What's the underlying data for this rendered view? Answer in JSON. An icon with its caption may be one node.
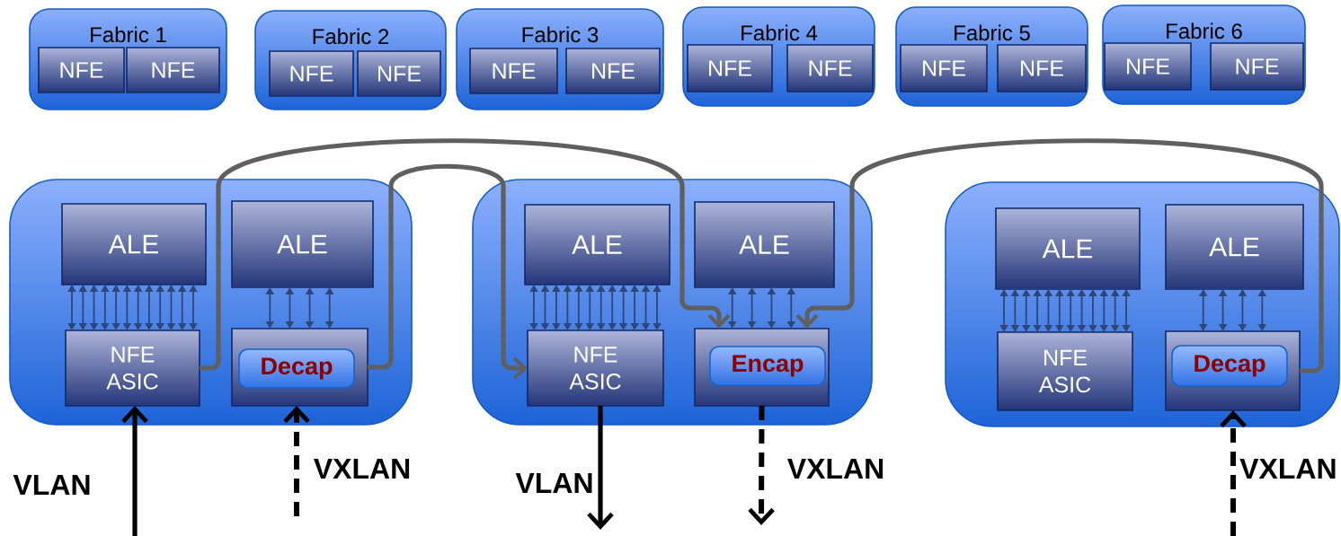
{
  "diagram": {
    "nodes": [
      {
        "text": [
          "Fabric 1"
        ]
      },
      {
        "text": [
          "NFE"
        ],
        "in": 0
      },
      {
        "text": [
          "NFE"
        ],
        "in": 0
      },
      {
        "text": [
          "Fabric 2"
        ]
      },
      {
        "text": [
          "NFE"
        ],
        "in": 3
      },
      {
        "text": [
          "NFE"
        ],
        "in": 3
      },
      {
        "text": [
          "Fabric 3"
        ]
      },
      {
        "text": [
          "NFE"
        ],
        "in": 6
      },
      {
        "text": [
          "NFE"
        ],
        "in": 6
      },
      {
        "text": [
          "Fabric 4"
        ]
      },
      {
        "text": [
          "NFE"
        ],
        "in": 9
      },
      {
        "text": [
          "NFE"
        ],
        "in": 9
      },
      {
        "text": [
          "Fabric 5"
        ]
      },
      {
        "text": [
          "NFE"
        ],
        "in": 12
      },
      {
        "text": [
          "NFE"
        ],
        "in": 12
      },
      {
        "text": [
          "Fabric 6"
        ]
      },
      {
        "text": [
          "NFE"
        ],
        "in": 15
      },
      {
        "text": [
          "NFE"
        ],
        "in": 15
      },
      {
        "text": [],
        "shape": "box"
      },
      {
        "text": [
          "ALE"
        ],
        "in": 18
      },
      {
        "text": [
          "ALE"
        ],
        "in": 18
      },
      {
        "text": [
          "NFE ASIC"
        ],
        "in": 18
      },
      {
        "text": [],
        "shape": "box",
        "in": 18
      },
      {
        "text": [
          "Decap"
        ],
        "in": 22
      },
      {
        "text": [],
        "shape": "box"
      },
      {
        "text": [
          "ALE"
        ],
        "in": 24
      },
      {
        "text": [
          "ALE"
        ],
        "in": 24
      },
      {
        "text": [
          "NFE ASIC"
        ],
        "in": 24
      },
      {
        "text": [],
        "shape": "box",
        "in": 24
      },
      {
        "text": [
          "Encap"
        ],
        "in": 28
      },
      {
        "text": [],
        "shape": "box"
      },
      {
        "text": [
          "ALE"
        ],
        "in": 30
      },
      {
        "text": [
          "ALE"
        ],
        "in": 30
      },
      {
        "text": [
          "NFE ASIC"
        ],
        "in": 30
      },
      {
        "text": [],
        "shape": "box",
        "in": 30
      },
      {
        "text": [
          "Decap"
        ],
        "in": 34
      }
    ],
    "edges": [
      {
        "from": 21,
        "to": 28,
        "arrow": "to",
        "style": "thick",
        "color": "#5f5f5f"
      },
      {
        "from": 22,
        "to": 27,
        "arrow": "to",
        "style": "thick",
        "color": "#5f5f5f"
      },
      {
        "from": 34,
        "to": 28,
        "arrow": "to",
        "style": "thick",
        "color": "#5f5f5f"
      },
      {
        "from": null,
        "to": 21,
        "arrow": "to",
        "label": "VLAN",
        "style": "thick",
        "color": "#000000"
      },
      {
        "from": null,
        "to": 22,
        "arrow": "to",
        "label": "VXLAN",
        "style": "dashed",
        "color": "#000000"
      },
      {
        "from": 27,
        "to": null,
        "arrow": "to",
        "label": "VLAN",
        "style": "thick",
        "color": "#000000"
      },
      {
        "from": 28,
        "to": null,
        "arrow": "to",
        "label": "VXLAN",
        "style": "dashed",
        "color": "#000000"
      },
      {
        "from": null,
        "to": 34,
        "arrow": "to",
        "label": "VXLAN",
        "style": "dashed",
        "color": "#000000"
      },
      {
        "from": 19,
        "to": 21,
        "arrow": "both"
      },
      {
        "from": 19,
        "to": 21,
        "arrow": "both"
      },
      {
        "from": 19,
        "to": 21,
        "arrow": "both"
      },
      {
        "from": 19,
        "to": 21,
        "arrow": "both"
      },
      {
        "from": 19,
        "to": 21,
        "arrow": "both"
      },
      {
        "from": 19,
        "to": 21,
        "arrow": "both"
      },
      {
        "from": 19,
        "to": 21,
        "arrow": "both"
      },
      {
        "from": 19,
        "to": 21,
        "arrow": "both"
      },
      {
        "from": 19,
        "to": 21,
        "arrow": "both"
      },
      {
        "from": 19,
        "to": 21,
        "arrow": "both"
      },
      {
        "from": 19,
        "to": 21,
        "arrow": "both"
      },
      {
        "from": 19,
        "to": 21,
        "arrow": "both"
      },
      {
        "from": 20,
        "to": 22,
        "arrow": "both"
      },
      {
        "from": 20,
        "to": 22,
        "arrow": "both"
      },
      {
        "from": 20,
        "to": 22,
        "arrow": "both"
      },
      {
        "from": 20,
        "to": 22,
        "arrow": "both"
      },
      {
        "from": 25,
        "to": 27,
        "arrow": "both"
      },
      {
        "from": 25,
        "to": 27,
        "arrow": "both"
      },
      {
        "from": 25,
        "to": 27,
        "arrow": "both"
      },
      {
        "from": 25,
        "to": 27,
        "arrow": "both"
      },
      {
        "from": 25,
        "to": 27,
        "arrow": "both"
      },
      {
        "from": 25,
        "to": 27,
        "arrow": "both"
      },
      {
        "from": 25,
        "to": 27,
        "arrow": "both"
      },
      {
        "from": 25,
        "to": 27,
        "arrow": "both"
      },
      {
        "from": 25,
        "to": 27,
        "arrow": "both"
      },
      {
        "from": 25,
        "to": 27,
        "arrow": "both"
      },
      {
        "from": 25,
        "to": 27,
        "arrow": "both"
      },
      {
        "from": 25,
        "to": 27,
        "arrow": "both"
      },
      {
        "from": 26,
        "to": 28,
        "arrow": "both"
      },
      {
        "from": 26,
        "to": 28,
        "arrow": "both"
      },
      {
        "from": 26,
        "to": 28,
        "arrow": "both"
      },
      {
        "from": 26,
        "to": 28,
        "arrow": "both"
      },
      {
        "from": 31,
        "to": 33,
        "arrow": "both"
      },
      {
        "from": 31,
        "to": 33,
        "arrow": "both"
      },
      {
        "from": 31,
        "to": 33,
        "arrow": "both"
      },
      {
        "from": 31,
        "to": 33,
        "arrow": "both"
      },
      {
        "from": 31,
        "to": 33,
        "arrow": "both"
      },
      {
        "from": 31,
        "to": 33,
        "arrow": "both"
      },
      {
        "from": 31,
        "to": 33,
        "arrow": "both"
      },
      {
        "from": 31,
        "to": 33,
        "arrow": "both"
      },
      {
        "from": 31,
        "to": 33,
        "arrow": "both"
      },
      {
        "from": 31,
        "to": 33,
        "arrow": "both"
      },
      {
        "from": 31,
        "to": 33,
        "arrow": "both"
      },
      {
        "from": 31,
        "to": 33,
        "arrow": "both"
      },
      {
        "from": 32,
        "to": 34,
        "arrow": "both"
      },
      {
        "from": 32,
        "to": 34,
        "arrow": "both"
      },
      {
        "from": 32,
        "to": 34,
        "arrow": "both"
      },
      {
        "from": 32,
        "to": 34,
        "arrow": "both"
      }
    ]
  }
}
